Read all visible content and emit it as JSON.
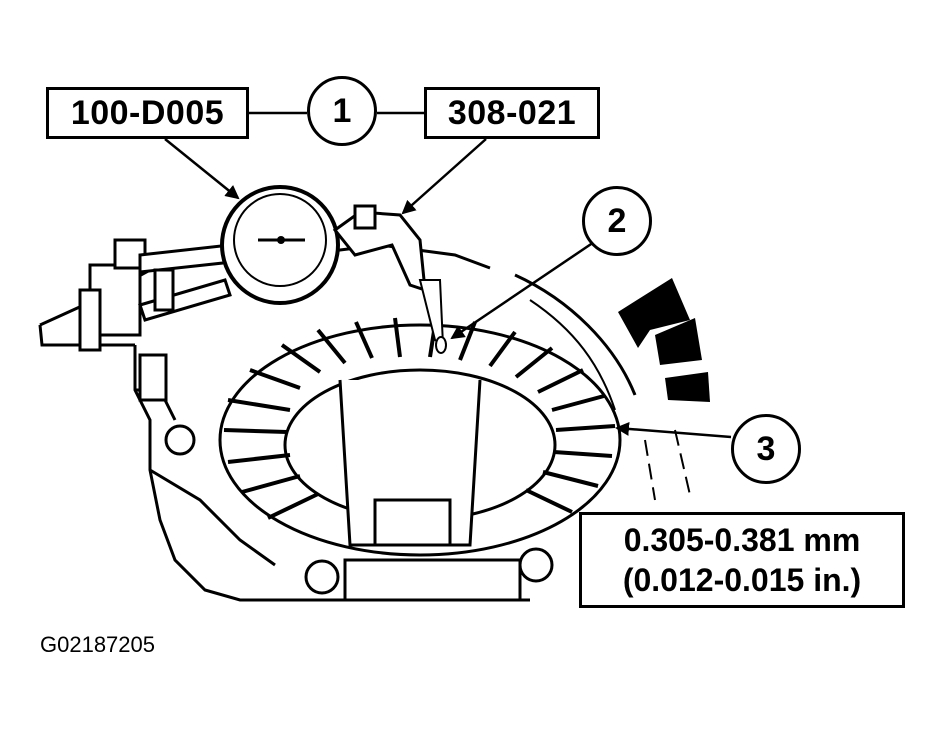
{
  "tool_labels": {
    "left": "100-D005",
    "right": "308-021"
  },
  "callouts": [
    "1",
    "2",
    "3"
  ],
  "specification": {
    "metric": "0.305-0.381 mm",
    "imperial": "(0.012-0.015 in.)"
  },
  "figure_id": "G02187205"
}
